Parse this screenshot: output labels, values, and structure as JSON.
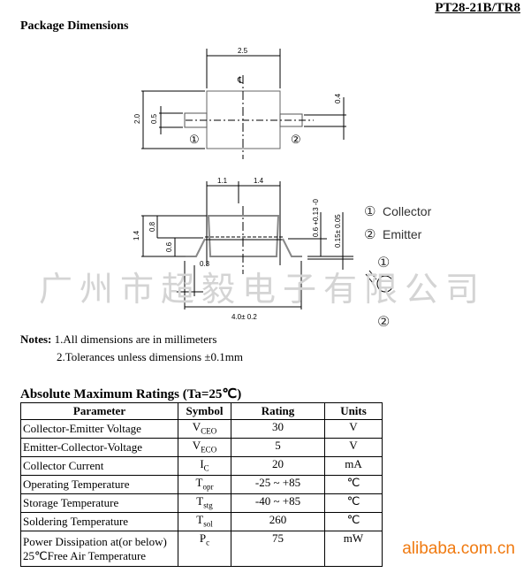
{
  "part_number": "PT28-21B/TR8",
  "package_title": "Package Dimensions",
  "drawing": {
    "top_dims": [
      "2.5",
      "2.0",
      "0.5",
      "0.4"
    ],
    "side_dims": [
      "1.1",
      "1.4",
      "1.4",
      "0.8",
      "0.6",
      "0.6 +0.13 -0",
      "0.15± 0.05",
      "0.3",
      "4.0± 0.2"
    ],
    "pin_labels": [
      "①",
      "②"
    ],
    "legend": [
      {
        "num": "①",
        "label": "Collector"
      },
      {
        "num": "②",
        "label": "Emitter"
      }
    ],
    "centerline": "℄"
  },
  "watermark": "广州市超毅电子有限公司",
  "notes": {
    "label": "Notes:",
    "items": [
      "1.All dimensions are in millimeters",
      "2.Tolerances unless dimensions  ±0.1mm"
    ]
  },
  "ratings": {
    "title": "Absolute Maximum Ratings (Ta=25℃)",
    "headers": [
      "Parameter",
      "Symbol",
      "Rating",
      "Units"
    ],
    "rows": [
      {
        "param": "Collector-Emitter Voltage",
        "sym": "V",
        "sub": "CEO",
        "rating": "30",
        "unit": "V"
      },
      {
        "param": "Emitter-Collector-Voltage",
        "sym": "V",
        "sub": "ECO",
        "rating": "5",
        "unit": "V"
      },
      {
        "param": "Collector Current",
        "sym": "I",
        "sub": "C",
        "rating": "20",
        "unit": "mA"
      },
      {
        "param": "Operating Temperature",
        "sym": "T",
        "sub": "opr",
        "rating": "-25 ~ +85",
        "unit": "℃"
      },
      {
        "param": "Storage Temperature",
        "sym": "T",
        "sub": "stg",
        "rating": "-40 ~ +85",
        "unit": "℃"
      },
      {
        "param": "Soldering Temperature",
        "sym": "T",
        "sub": "sol",
        "rating": "260",
        "unit": "℃"
      },
      {
        "param": "Power Dissipation at(or below)",
        "param2": "25℃Free Air Temperature",
        "sym": "P",
        "sub": "c",
        "rating": "75",
        "unit": "mW"
      }
    ]
  },
  "site_watermark": "alibaba.com.cn"
}
